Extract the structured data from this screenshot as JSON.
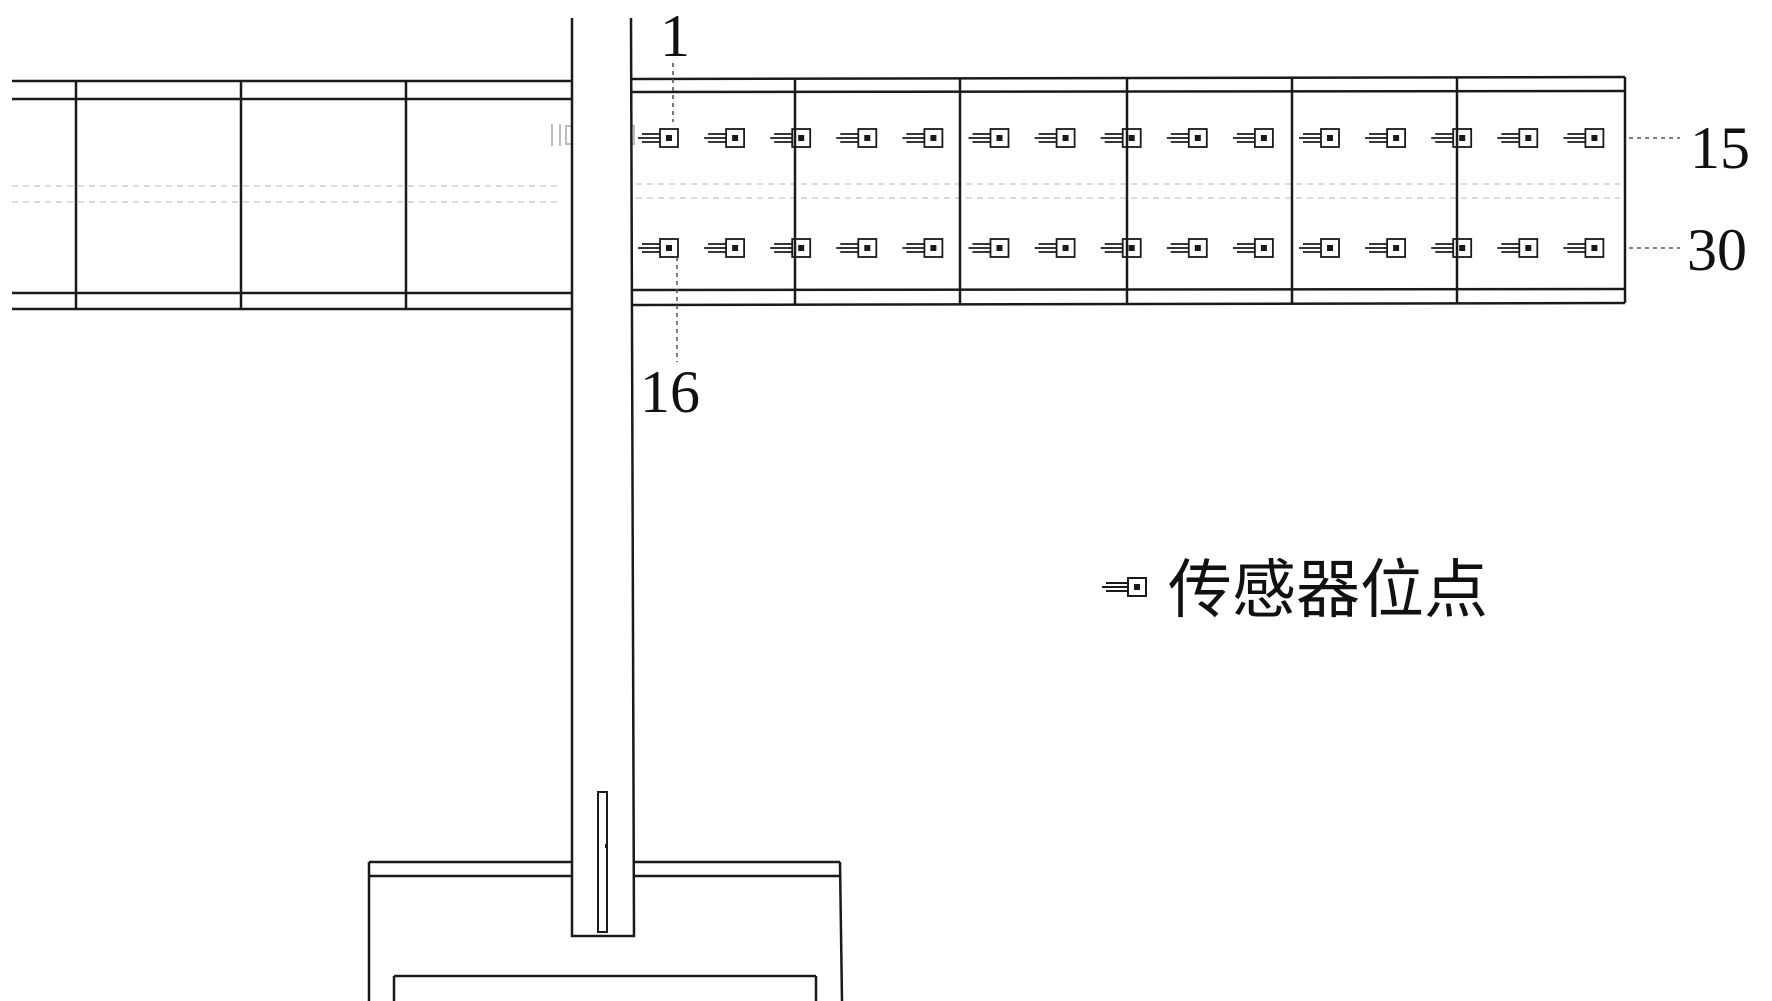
{
  "callouts": {
    "first_top": "1",
    "last_top": "15",
    "first_bottom": "16",
    "last_bottom": "30"
  },
  "legend": {
    "icon": "sensor-icon",
    "label": "传感器位点"
  },
  "sensors": {
    "per_row": 15,
    "rows": 2,
    "first_label": 1,
    "last_label": 30
  },
  "colors": {
    "line": "#1a1a1a",
    "dashed": "#555555",
    "faint": "#c4c4c4"
  }
}
